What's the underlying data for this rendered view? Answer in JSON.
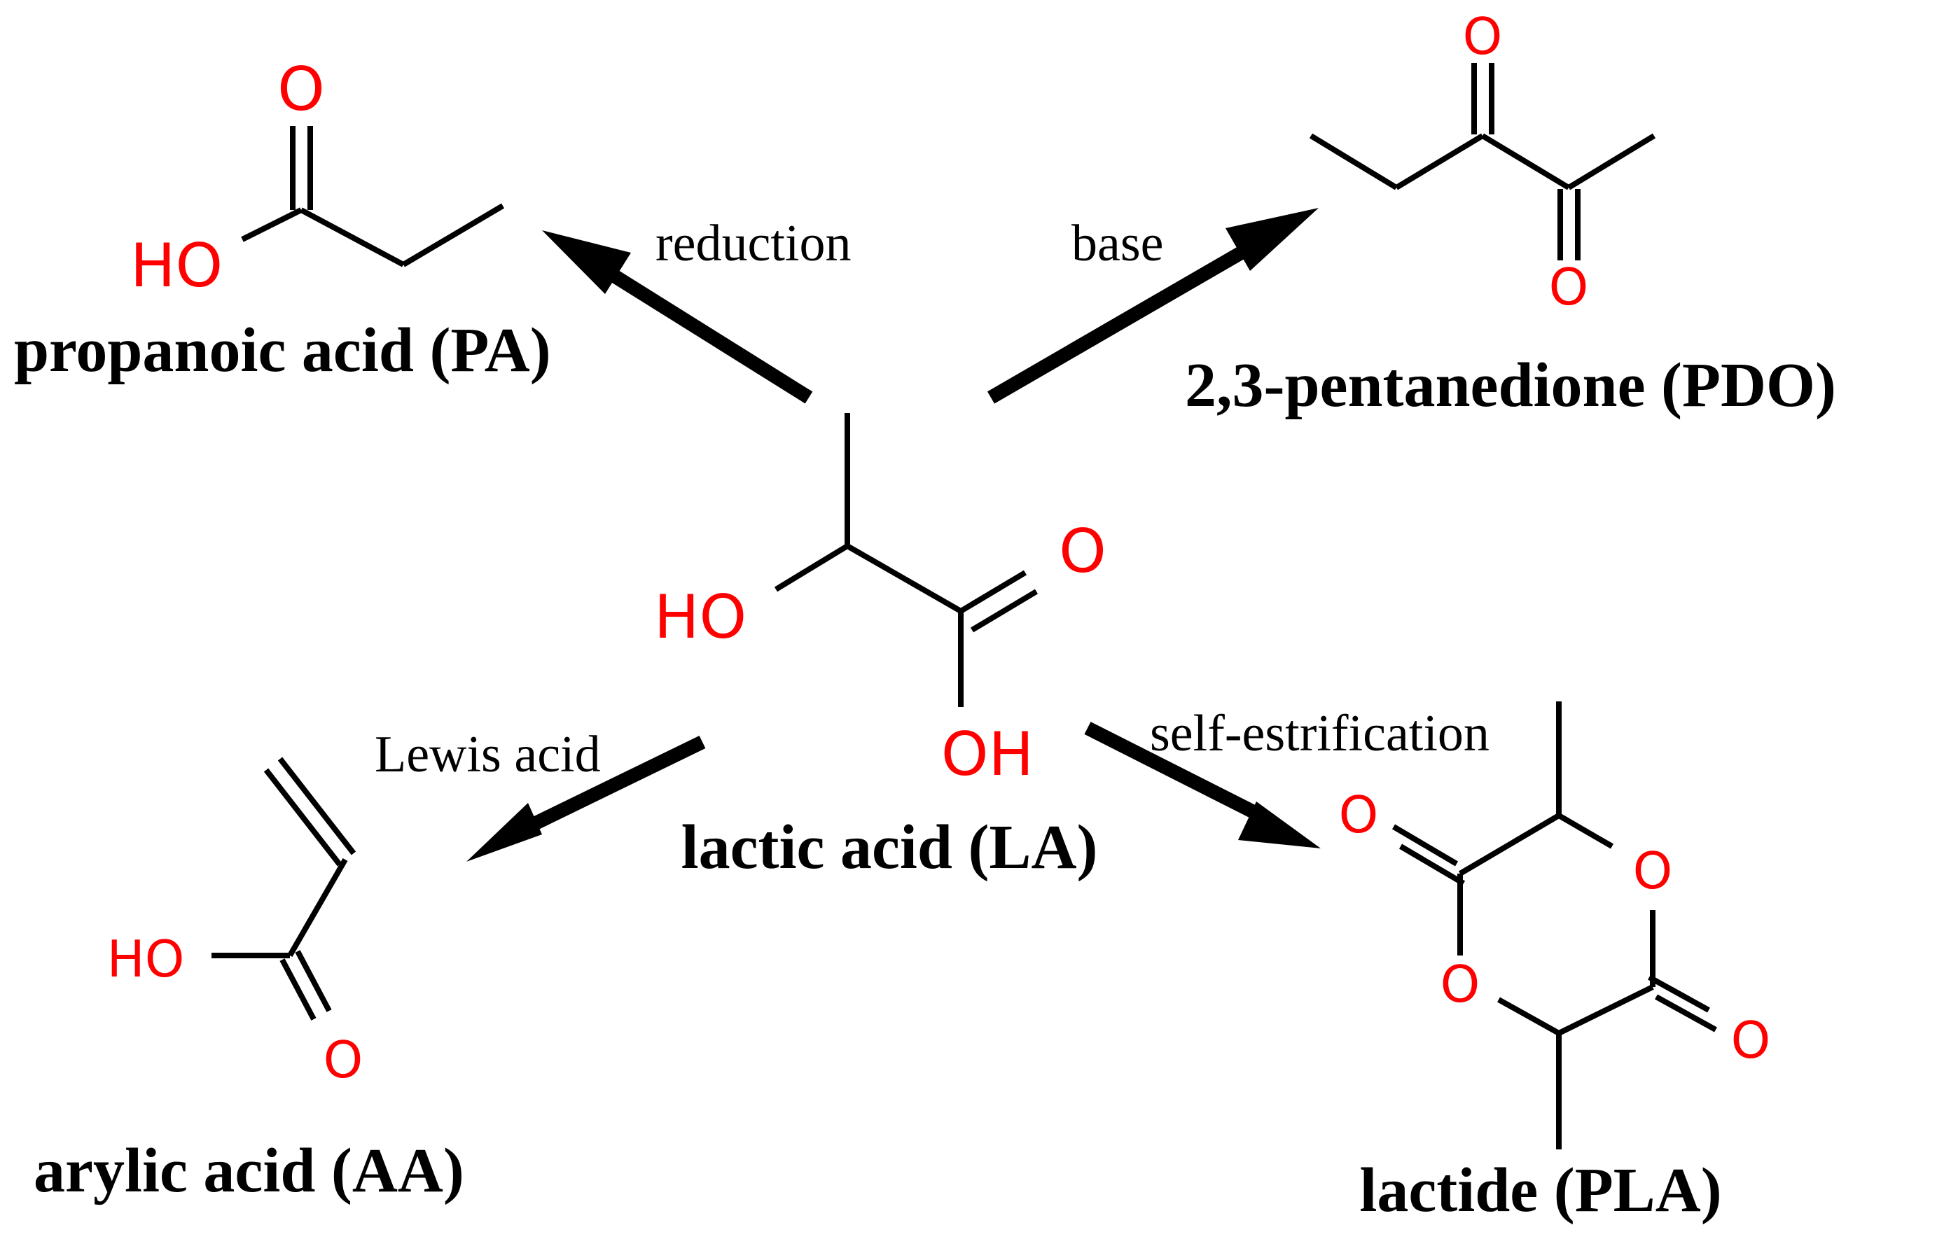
{
  "colors": {
    "heteroatom": "#ff0000",
    "bond": "#000000",
    "text": "#000000",
    "background": "#ffffff"
  },
  "center": {
    "name": "lactic acid (LA)",
    "atoms": {
      "hydroxyl": "HO",
      "carbonyl_o": "O",
      "acid_oh": "OH"
    }
  },
  "products": {
    "pa": {
      "name": "propanoic acid (PA)",
      "condition": "reduction",
      "atoms": {
        "carbonyl_o": "O",
        "hydroxyl": "HO"
      }
    },
    "pdo": {
      "name": "2,3-pentanedione (PDO)",
      "condition": "base",
      "atoms": {
        "o_top": "O",
        "o_bottom": "O"
      }
    },
    "aa": {
      "name": "arylic acid (AA)",
      "condition": "Lewis acid",
      "atoms": {
        "hydroxyl": "HO",
        "carbonyl_o": "O"
      }
    },
    "pla": {
      "name": "lactide (PLA)",
      "condition": "self-estrification",
      "atoms": {
        "o1": "O",
        "o2": "O",
        "o3": "O",
        "o4": "O"
      }
    }
  }
}
